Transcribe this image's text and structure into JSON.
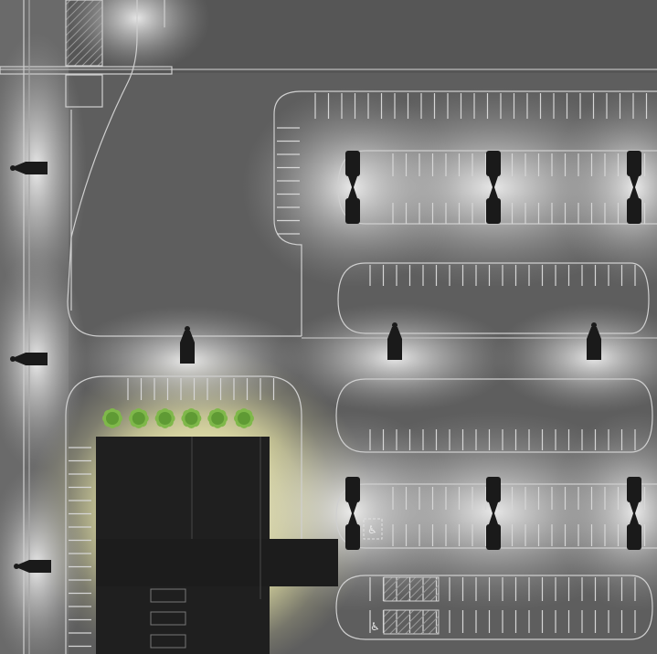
{
  "colors": {
    "ground_dark": "#4f4f4f",
    "ground_mid": "#6b6b6b",
    "light_glow": "#ffffff",
    "building_glow": "#f3f0b0",
    "building": "#1f1f1f",
    "fixture": "#1a1a1a",
    "line": "#d8d8d8",
    "tree": "#7fb84a"
  },
  "plan": {
    "building": {
      "label": ""
    },
    "trees_count": 6,
    "fixtures": {
      "double_pole_lights": 6,
      "single_pole_lights": 3,
      "wall_packs": 3
    },
    "accessible_symbol": "♿"
  }
}
